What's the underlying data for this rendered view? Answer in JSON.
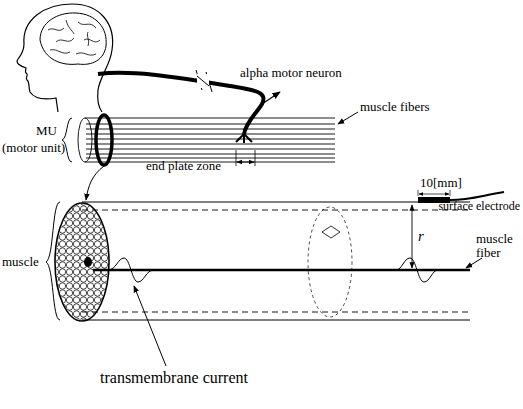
{
  "diagram": {
    "labels": [
      "alpha motor neuron",
      "muscle fibers",
      "MU",
      "(motor unit)",
      "end plate zone",
      "10[mm]",
      "surface electrode",
      "muscle",
      "r",
      "muscle fiber",
      "transmembrane current"
    ]
  }
}
